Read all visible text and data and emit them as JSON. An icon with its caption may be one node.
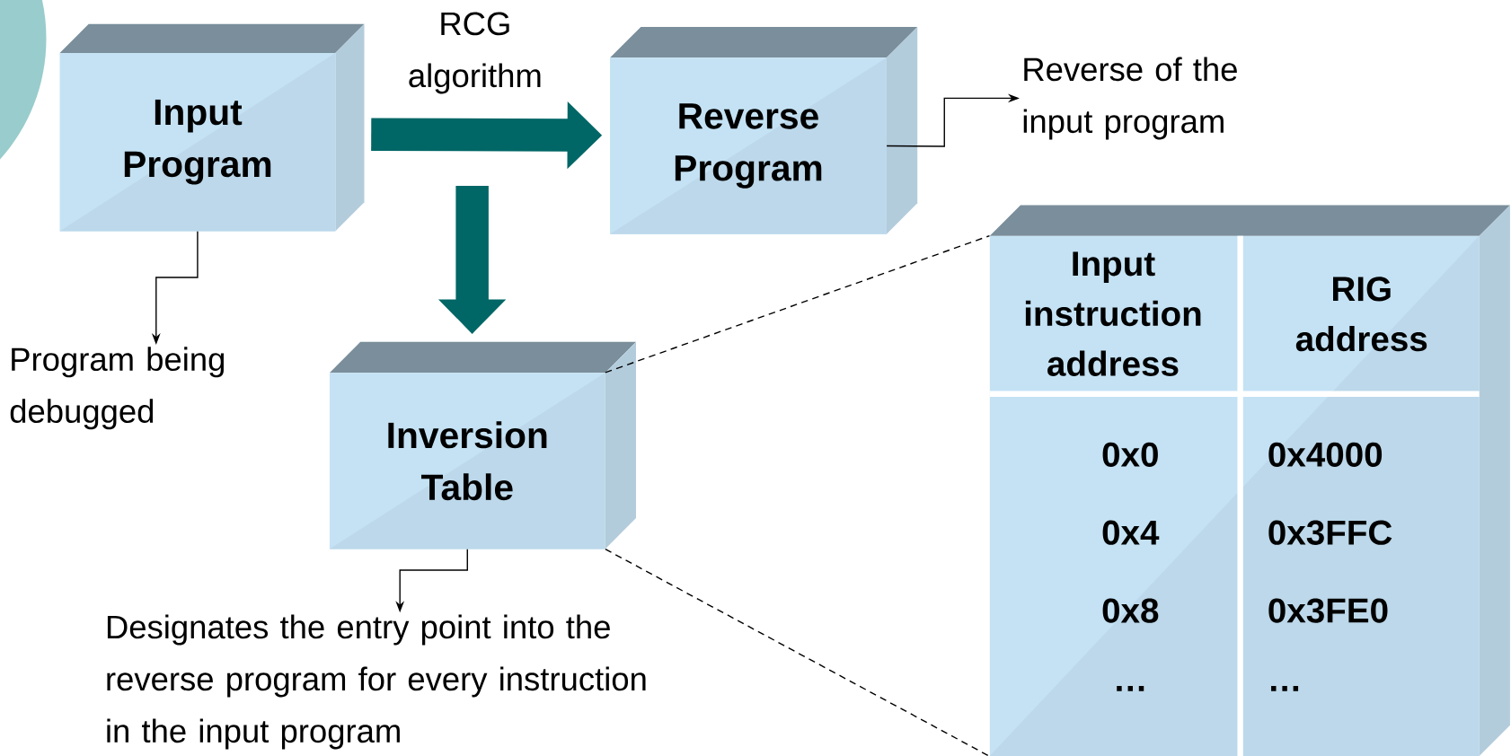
{
  "diagram": {
    "nodes": [
      {
        "text": [
          "Input Program"
        ]
      },
      {
        "text": [
          "Reverse Program"
        ]
      },
      {
        "text": [
          "Inversion Table"
        ]
      },
      {
        "text": [
          "Reverse of the input program"
        ]
      },
      {
        "text": [
          "Program being debugged"
        ]
      },
      {
        "text": [
          "Designates the entry point into the reverse program for every instruction in the input program"
        ]
      },
      {
        "text": [
          "Input instruction address",
          "RIG address",
          "0x0",
          "0x4000",
          "0x4",
          "0x3FFC",
          "0x8",
          "0x3FE0",
          "…",
          "…"
        ]
      }
    ],
    "edges": [
      {
        "from": 0,
        "to": 1,
        "arrow": "to",
        "label": "RCG algorithm",
        "style": "thick",
        "color": "#006666"
      },
      {
        "from": null,
        "to": 2,
        "arrow": "to",
        "style": "thick",
        "color": "#006666"
      },
      {
        "from": 0,
        "to": 4,
        "arrow": "to"
      },
      {
        "from": 1,
        "to": 3,
        "arrow": "to"
      },
      {
        "from": 2,
        "to": 5,
        "arrow": "to"
      },
      {
        "from": 2,
        "to": 6,
        "arrow": "none",
        "style": "dashed"
      },
      {
        "from": 2,
        "to": 6,
        "arrow": "none",
        "style": "dashed"
      }
    ]
  }
}
